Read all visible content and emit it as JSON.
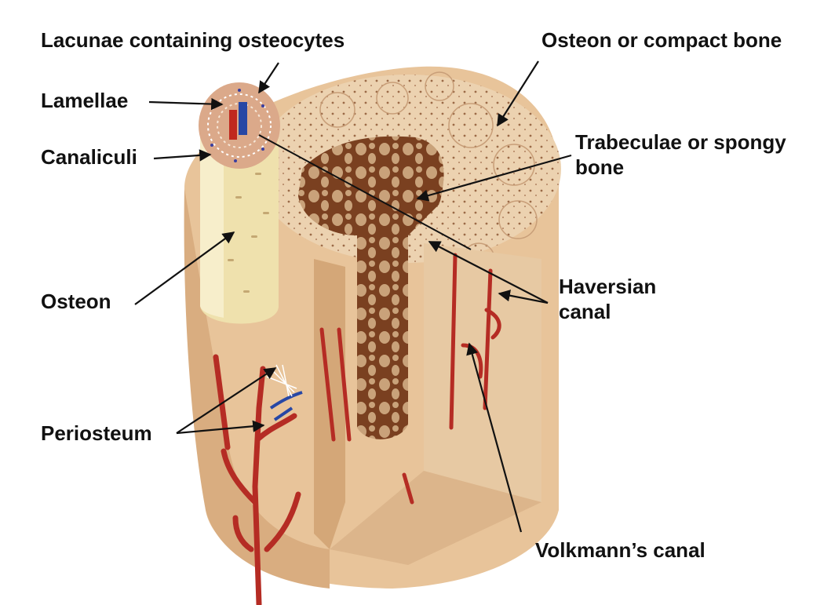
{
  "labels": {
    "lacunae": "Lacunae containing osteocytes",
    "osteon_compact": "Osteon or compact bone",
    "lamellae": "Lamellae",
    "trabeculae_line1": "Trabeculae or spongy",
    "trabeculae_line2": "bone",
    "canaliculi": "Canaliculi",
    "osteon": "Osteon",
    "haversian_line1": "Haversian",
    "haversian_line2": "canal",
    "periosteum": "Periosteum",
    "volkmann": "Volkmann’s canal"
  },
  "colors": {
    "bone_light": "#f1d7b6",
    "bone_mid": "#e3bf95",
    "bone_shadow": "#c99a6d",
    "spongy": "#8a4f2a",
    "osteon_shaft": "#f0e2b0",
    "vessel_red": "#b52c24",
    "vessel_blue": "#2747a5"
  }
}
